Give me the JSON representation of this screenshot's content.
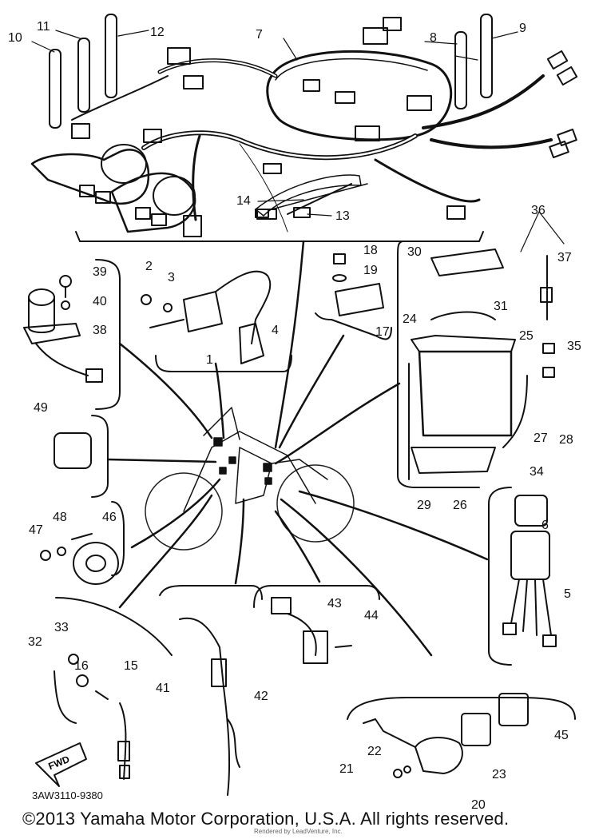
{
  "diagram": {
    "part_code": "3AW3110-9380",
    "fwd_label": "FWD",
    "callouts": [
      "1",
      "2",
      "3",
      "4",
      "5",
      "6",
      "7",
      "8",
      "9",
      "10",
      "11",
      "12",
      "13",
      "14",
      "15",
      "16",
      "17",
      "18",
      "19",
      "20",
      "21",
      "22",
      "23",
      "24",
      "25",
      "26",
      "27",
      "28",
      "29",
      "30",
      "31",
      "32",
      "33",
      "34",
      "35",
      "36",
      "37",
      "38",
      "39",
      "40",
      "41",
      "42",
      "43",
      "44",
      "45",
      "46",
      "47",
      "48",
      "49"
    ]
  },
  "footer": {
    "copyright": "©2013 Yamaha Motor Corporation, U.S.A. All rights reserved.",
    "rendered_by": "Rendered by LeadVenture, Inc."
  }
}
